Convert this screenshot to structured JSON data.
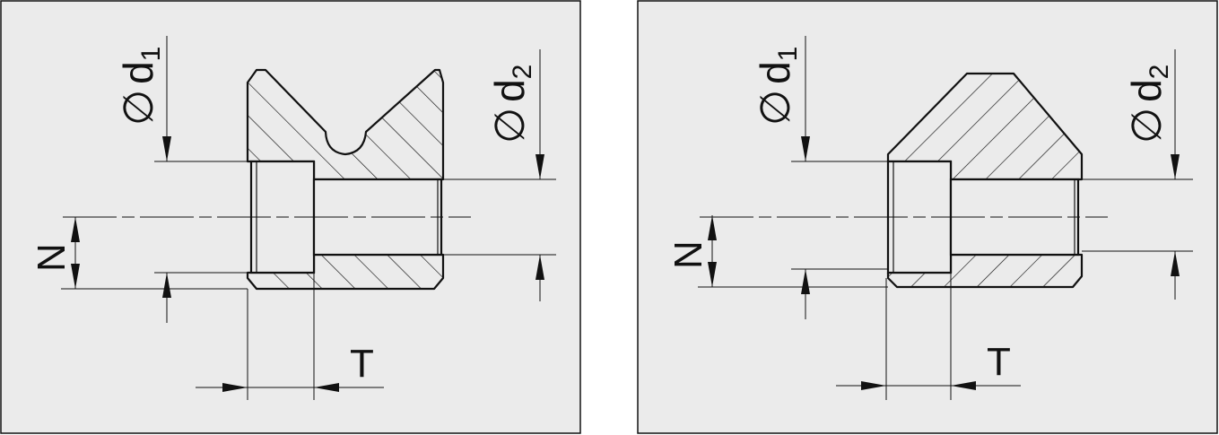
{
  "colors": {
    "background": "#ebebeb",
    "line": "#111111",
    "hatch": "#111111"
  },
  "drawings": [
    {
      "id": "v-groove-pulley",
      "labels": {
        "diameter_symbol_1": "∅",
        "d1_letter": "d",
        "d1_sub": "1",
        "diameter_symbol_2": "∅",
        "d2_letter": "d",
        "d2_sub": "2",
        "n": "N",
        "t": "T"
      }
    },
    {
      "id": "chamfered-roller",
      "labels": {
        "diameter_symbol_1": "∅",
        "d1_letter": "d",
        "d1_sub": "1",
        "diameter_symbol_2": "∅",
        "d2_letter": "d",
        "d2_sub": "2",
        "n": "N",
        "t": "T"
      }
    }
  ]
}
